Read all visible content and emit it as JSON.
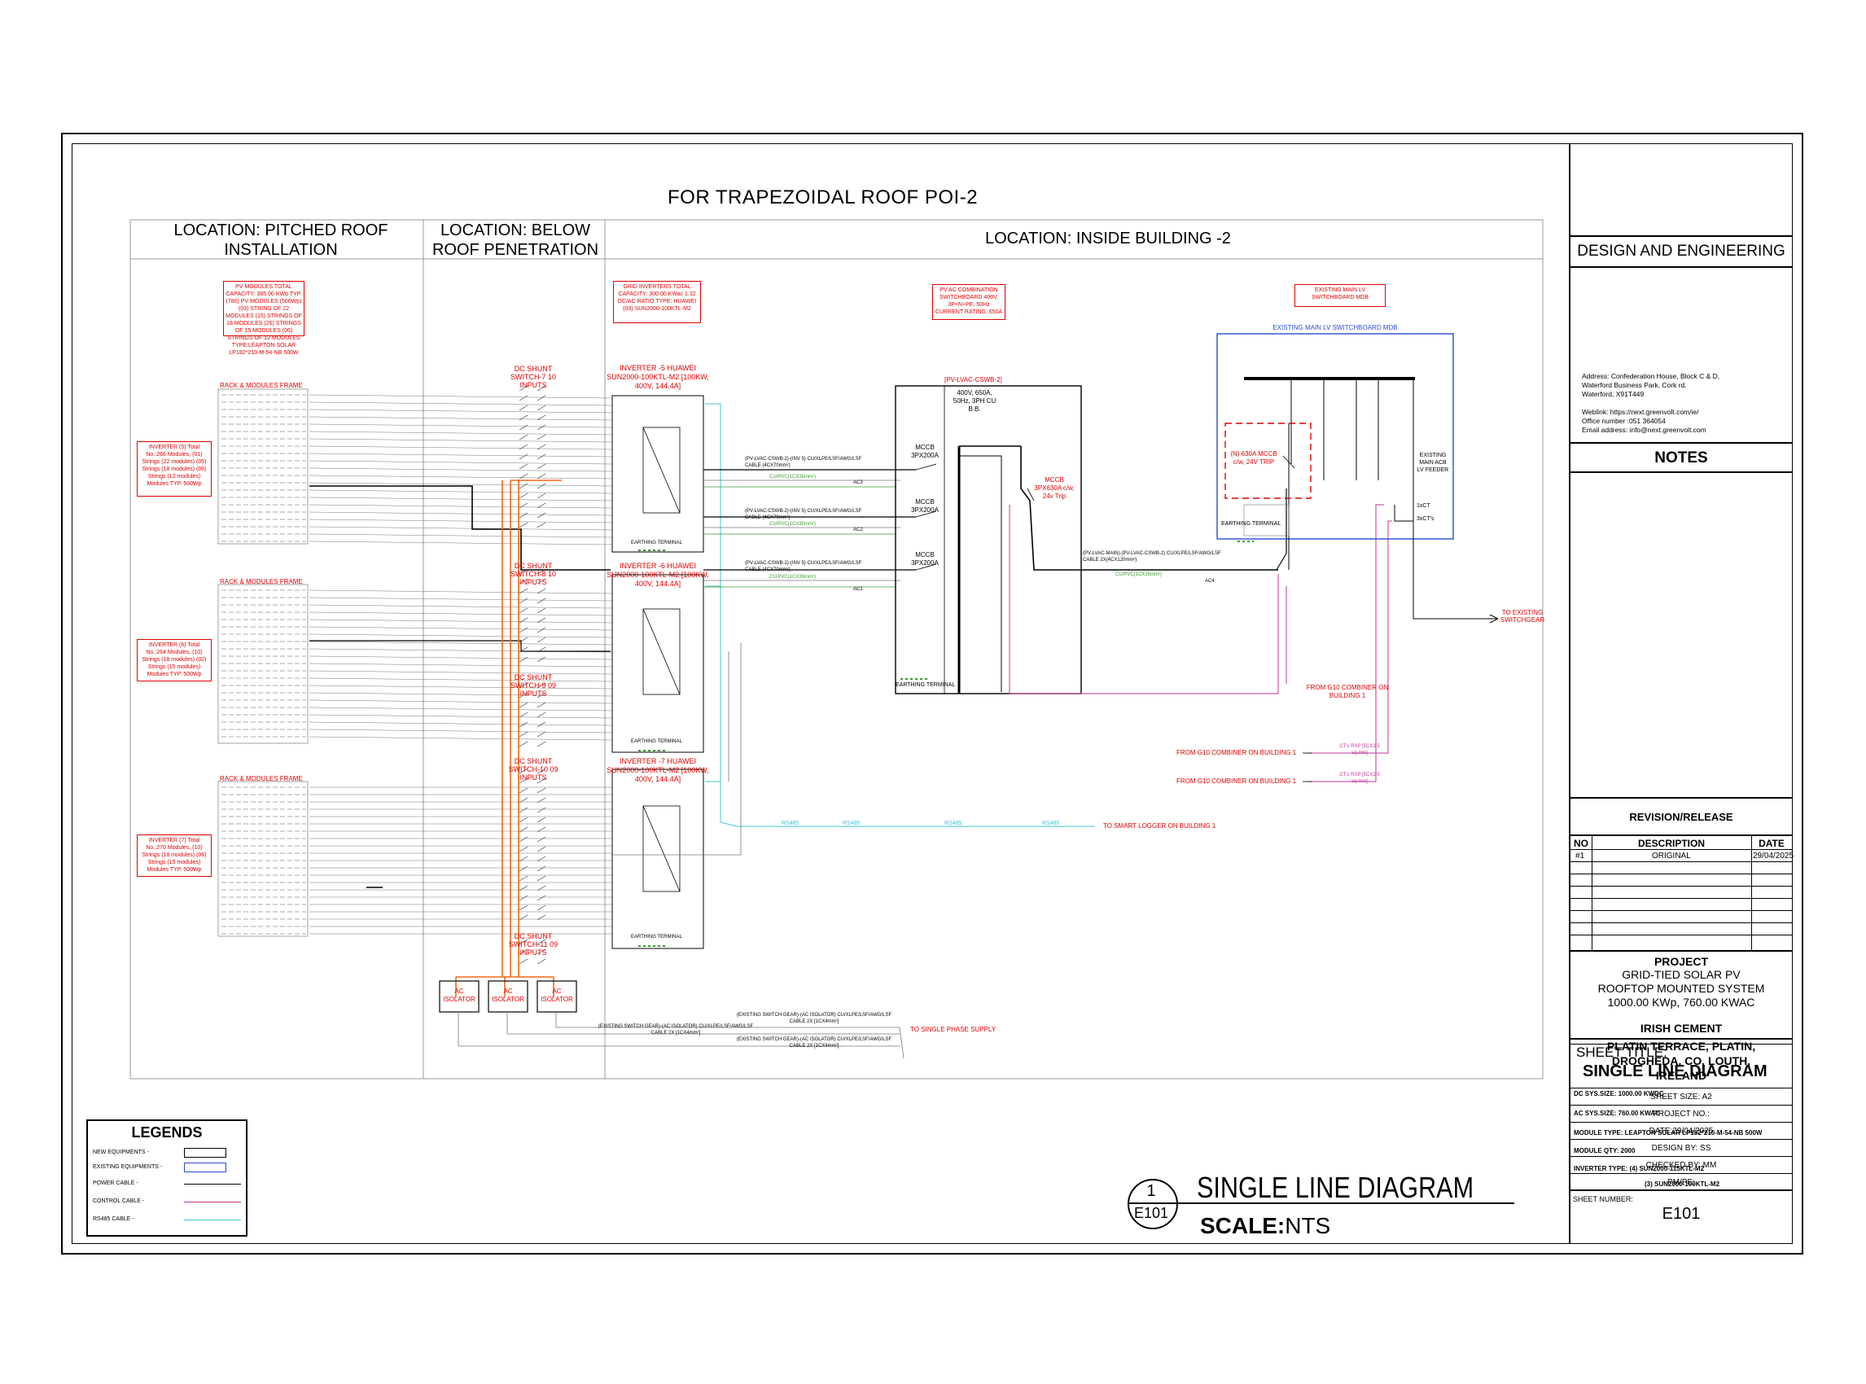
{
  "drawing": {
    "main_title": "FOR  TRAPEZOIDAL ROOF POI-2",
    "columns": {
      "pitched": "LOCATION: PITCHED ROOF INSTALLATION",
      "below": "LOCATION: BELOW ROOF PENETRATION",
      "inside": "LOCATION: INSIDE BUILDING -2"
    },
    "notes_boxes": {
      "pv_modules": "PV MODULES TOTAL CAPACITY: 385.00 KWp TYP. (780) PV MODULES (500Wp) (03) STRING OF 22 MODULES (15) STRINGS OF 18 MODULES (26) STRINGS OF 15 MODULES (06) STRINGS OF 12 MODULES TYPE:LEAPTON SOLAR LP182*210-M-54-NB 500W",
      "grid_inverters": "GRID INVERTERS TOTAL CAPACITY: 300.00 KWac 1.32 DC/AC RATIO TYPE: HUAWEI (03) SUN2000-100KTL-M2",
      "pv_ac_combination": "PV AC COMBINATION SWITCHBOARD 400V, 3P+N+PE, 50Hz CURRENT RATING: 650A",
      "existing_main_lv": "EXISTING MAIN LV SWITCHBOARD MDB"
    },
    "existing_mdb_label": "EXISTING MAIN LV SWITCHBOARD MDB",
    "rack_label": "RACK & MODULES FRAME",
    "inverter_groups": [
      {
        "label": "INVERTER (5) Total No.:266 Modules, (01) Strings (22 modules) (05) Strings (18 modules) (06) Strings (12 modules) Modules TYP. 500Wp"
      },
      {
        "label": "INVERTER (6) Total No.:264 Modules, (10) Strings (18 modules) (02) Strings (15 modules) Modules TYP. 500Wp"
      },
      {
        "label": "INVERTER (7) Total No.:270 Modules, (10) Strings (18 modules) (06) Strings (15 modules) Modules TYP. 500Wp"
      }
    ],
    "shunt_switches": [
      "DC SHUNT SWITCH-7 10 INPUTS",
      "DC SHUNT SWITCH-8 10 INPUTS",
      "DC SHUNT SWITCH-9 09 INPUTS",
      "DC SHUNT SWITCH-10 09 INPUTS",
      "DC SHUNT SWITCH-11 09 INPUTS"
    ],
    "inverters": [
      "INVERTER -5 HUAWEI SUN2000-100KTL-M2 [100KW, 400V, 144.4A]",
      "INVERTER -6 HUAWEI SUN2000-100KTL-M2 [100KW, 400V, 144.4A]",
      "INVERTER -7 HUAWEI SUN2000-100KTL-M2 [100KW, 400V, 144.4A]"
    ],
    "earthing_terminal": "EARTHING TERMINAL",
    "ac_isolator": "AC ISOLATOR",
    "cswb_label": "[PV-LVAC-CSWB-2]",
    "busbar_label": "400V, 650A, 50Hz, 3PH CU B.B.",
    "mccb_200": "MCCB 3PX200A",
    "mccb_630": "MCCB 3PX630A c/w, 24v Trip",
    "mdb_breaker": "(N) 630A MCCB c/w, 24V TRIP",
    "existing_acb": "EXISTING MAIN ACB LV FEEDER",
    "ct_1": "1xCT",
    "ct_3": "3xCT's",
    "to_switchgear": "TO EXISTING SWITCHGEAR",
    "cable_ac": "(PV-LVAC-CSWB-2)-(INV 5) CU/XLPE/LSF/AWG/LSF CABLE (4CX70mm²)",
    "cable_main": "(PV-LVAC-MAIN)-(PV-LVAC-CSWB-2) CU/XLPE/LSF/AWG/LSF CABLE 2X(4CX120mm²)",
    "cable_earth": "CU/PVC(1CX35mm²)",
    "ac_tags": [
      "AC3",
      "AC2",
      "AC1",
      "AC4"
    ],
    "from_g10_1": "FROM G10 COMBINER ON BUILDING 1",
    "from_g10_2": "FROM G10 COMBINER ON BUILDING 1",
    "from_g10_3": "FROM G10 COMBINER ON BUILDING 1",
    "cts_rsp": "CT's RSP [5CX2.5 sq.mm]",
    "smart_logger": "TO SMART LOGGER ON BUILDING 1",
    "single_phase": "TO SINGLE PHASE SUPPLY",
    "switchgear_cable_a": "(EXISTING SWITCH GEAR)-(AC ISOLATOR) CU/XLPE/LSF/AWG/LSF CABLE 2X [1CX4mm²]",
    "rs485": "RS485"
  },
  "legend": {
    "title": "LEGENDS",
    "items": [
      "NEW EQUIPMENTS -",
      "EXISTING EQUIPMENTS -",
      "POWER CABLE -",
      "CONTROL CABLE -",
      "RS485 CABLE -"
    ]
  },
  "view_label": {
    "number": "1",
    "sheet": "E101",
    "title": "SINGLE LINE DIAGRAM",
    "scale_prefix": "SCALE:",
    "scale_value": "NTS"
  },
  "titleblock": {
    "design": "DESIGN AND ENGINEERING",
    "address_lines": [
      "Address: Confederation House, Block C & D,",
      "Waterford Business Park, Cork rd.",
      "Waterford, X91T449",
      "",
      "Weblink: https://next.greenvolt.com/ie/",
      "Office number :051 364054",
      "Email address: info@next.greenvolt.com"
    ],
    "notes": "NOTES",
    "revision_title": "REVISION/RELEASE",
    "rev_headers": [
      "NO",
      "DESCRIPTION",
      "DATE"
    ],
    "revisions": [
      {
        "no": "#1",
        "desc": "ORIGINAL",
        "date": "29/04/2025"
      }
    ],
    "project_label": "PROJECT",
    "project_lines": [
      "GRID-TIED SOLAR PV",
      "ROOFTOP MOUNTED SYSTEM",
      "1000.00 KWp, 760.00 KWAC"
    ],
    "client": "IRISH CEMENT",
    "site_lines": [
      "PLATIN TERRACE, PLATIN,",
      "DROGHEDA, CO. LOUTH,",
      "IRELAND"
    ],
    "specs": [
      "DC SYS.SIZE: 1000.00 KWDC",
      "AC SYS.SIZE: 760.00 KWAC",
      "MODULE TYPE: LEAPTON SOLAR LP182*210-M-54-NB 500W",
      "MODULE QTY: 2000",
      "INVERTER TYPE: (4) SUN2000-115KTL-M2",
      "(3) SUN2000-100KTL-M2"
    ],
    "sheet_title_label": "SHEET TITLE:",
    "sheet_title": "SINGLE LINE DIAGRAM",
    "sheet_size": "SHEET SIZE: A2",
    "project_no": "PROJECT NO.:",
    "date": "DATE:29/04/2025",
    "design_by": "DESIGN BY: SS",
    "checked_by": "CHECKED BY: MM",
    "pm_pe": "PM/PE:",
    "sheet_number_label": "SHEET NUMBER:",
    "sheet_number": "E101"
  },
  "colors": {
    "red": "#e00000",
    "blue": "#2a4bd0",
    "magenta": "#c0359a",
    "cyan": "#3cc4d6",
    "green": "#3a9a2e",
    "orange": "#f06a14"
  }
}
